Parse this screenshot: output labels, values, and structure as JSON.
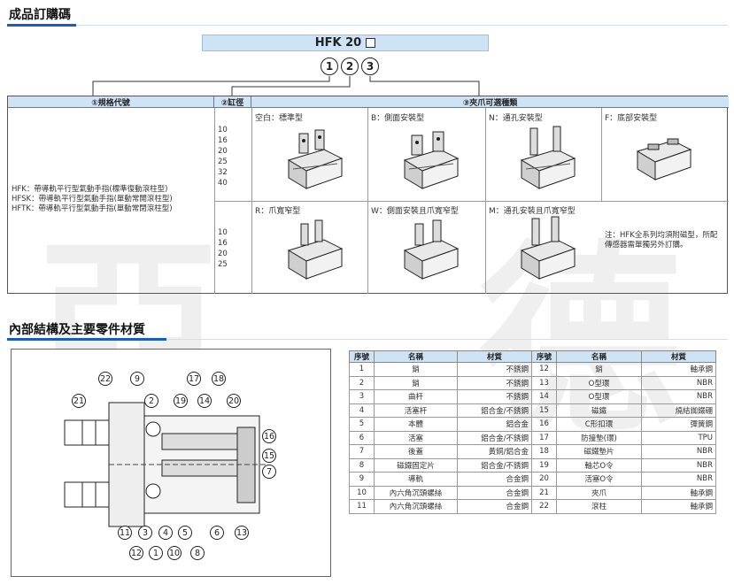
{
  "section1": {
    "title": "成品訂購碼"
  },
  "order_code": {
    "model": "HFK 20",
    "circles": [
      "1",
      "2",
      "3"
    ]
  },
  "selection_table": {
    "headers": {
      "col1": "①規格代號",
      "col2": "②缸徑",
      "col3": "③夾爪可選種類"
    },
    "spec_lines": [
      "HFK：帶導軌平行型氣動手指(標準復動滾柱型)",
      "HFSK：帶導軌平行型氣動手指(單動常開滾柱型)",
      "HFTK：帶導軌平行型氣動手指(單動常閉滾柱型)"
    ],
    "bore_top": [
      "10",
      "16",
      "20",
      "25",
      "32",
      "40"
    ],
    "bore_bottom": [
      "10",
      "16",
      "20",
      "25"
    ],
    "grippers_top": [
      {
        "label": "空白：標準型",
        "icon": "gripper-standard-icon"
      },
      {
        "label": "B：側面安裝型",
        "icon": "gripper-side-mount-icon"
      },
      {
        "label": "N：通孔安裝型",
        "icon": "gripper-through-hole-icon"
      },
      {
        "label": "F：底部安裝型",
        "icon": "gripper-bottom-mount-icon"
      }
    ],
    "grippers_bottom": [
      {
        "label": "R：爪寬窄型",
        "icon": "gripper-narrow-jaw-icon"
      },
      {
        "label": "W：側面安裝且爪寬窄型",
        "icon": "gripper-side-narrow-icon"
      },
      {
        "label": "M：通孔安裝且爪寬窄型",
        "icon": "gripper-through-narrow-icon"
      }
    ],
    "note": "注：HFK全系列均須附磁型，所配傳感器需單獨另外訂購。"
  },
  "section2": {
    "title": "內部結構及主要零件材質"
  },
  "diagram": {
    "numbers": [
      "21",
      "22",
      "9",
      "2",
      "17",
      "18",
      "19",
      "14",
      "20",
      "16",
      "15",
      "7",
      "11",
      "3",
      "4",
      "5",
      "6",
      "13",
      "12",
      "1",
      "10",
      "8"
    ]
  },
  "parts_table": {
    "headers": [
      "序號",
      "名稱",
      "材質",
      "序號",
      "名稱",
      "材質"
    ],
    "rows": [
      [
        "1",
        "銷",
        "不銹鋼",
        "12",
        "銷",
        "軸承鋼"
      ],
      [
        "2",
        "銷",
        "不銹鋼",
        "13",
        "O型環",
        "NBR"
      ],
      [
        "3",
        "曲杆",
        "不銹鋼",
        "14",
        "O型環",
        "NBR"
      ],
      [
        "4",
        "活塞杆",
        "鋁合金/不銹鋼",
        "15",
        "磁鐵",
        "燒結銣鐵硼"
      ],
      [
        "5",
        "本體",
        "鋁合金",
        "16",
        "C形扣環",
        "彈簧鋼"
      ],
      [
        "6",
        "活塞",
        "鋁合金/不銹鋼",
        "17",
        "防撞墊(環)",
        "TPU"
      ],
      [
        "7",
        "後蓋",
        "黃銅/鋁合金",
        "18",
        "磁鐵墊片",
        "NBR"
      ],
      [
        "8",
        "磁鐵固定片",
        "鋁合金/不銹鋼",
        "19",
        "軸芯O令",
        "NBR"
      ],
      [
        "9",
        "導軌",
        "合金鋼",
        "20",
        "活塞O令",
        "NBR"
      ],
      [
        "10",
        "內六角沉頭螺絲",
        "合金鋼",
        "21",
        "夾爪",
        "軸承鋼"
      ],
      [
        "11",
        "內六角沉頭螺絲",
        "合金鋼",
        "22",
        "滾柱",
        "軸承鋼"
      ]
    ]
  },
  "colors": {
    "accent": "#1a5fb4",
    "header_bg": "#cfe3f7"
  }
}
